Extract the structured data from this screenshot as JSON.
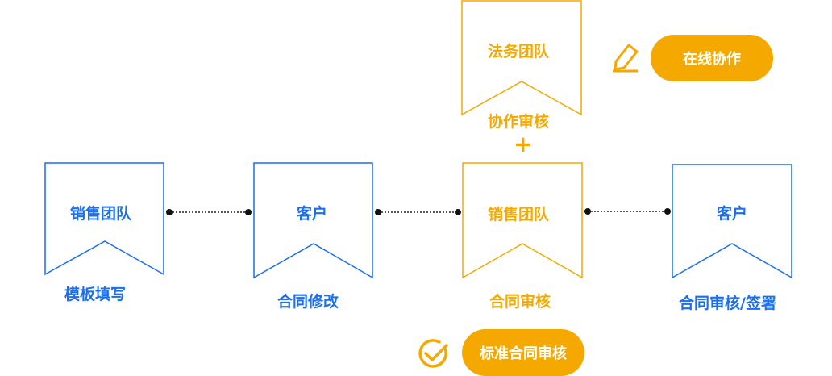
{
  "flow": {
    "sales_team": {
      "title": "销售团队",
      "action": "模板填写"
    },
    "client_1": {
      "title": "客户",
      "action": "合同修改"
    },
    "legal_team": {
      "title": "法务团队",
      "action": "协作审核"
    },
    "plus": "+",
    "sales_review": {
      "title": "销售团队",
      "action": "合同审核"
    },
    "client_2": {
      "title": "客户",
      "action": "合同审核/签署"
    }
  },
  "badges": {
    "collab": {
      "label": "在线协作",
      "icon": "pencil-icon"
    },
    "standard": {
      "label": "标准合同审核",
      "icon": "check-circle-icon"
    }
  },
  "colors": {
    "blue": "#1a6ef0",
    "orange": "#f5a900"
  }
}
